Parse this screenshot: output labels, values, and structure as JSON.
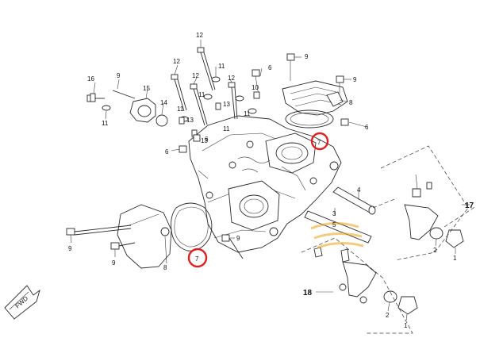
{
  "diagram": {
    "callouts": [
      {
        "id": "c12a",
        "label": "12"
      },
      {
        "id": "c12b",
        "label": "12"
      },
      {
        "id": "c12c",
        "label": "12"
      },
      {
        "id": "c12d",
        "label": "12"
      },
      {
        "id": "c11a",
        "label": "11"
      },
      {
        "id": "c11b",
        "label": "11"
      },
      {
        "id": "c11c",
        "label": "11"
      },
      {
        "id": "c11d",
        "label": "11"
      },
      {
        "id": "c11e",
        "label": "11"
      },
      {
        "id": "c11f",
        "label": "11"
      },
      {
        "id": "c13a",
        "label": "13"
      },
      {
        "id": "c13b",
        "label": "13"
      },
      {
        "id": "c13c",
        "label": "13"
      },
      {
        "id": "c10",
        "label": "10"
      },
      {
        "id": "c9a",
        "label": "9"
      },
      {
        "id": "c9b",
        "label": "9"
      },
      {
        "id": "c9c",
        "label": "9"
      },
      {
        "id": "c9d",
        "label": "9"
      },
      {
        "id": "c9e",
        "label": "9"
      },
      {
        "id": "c9f",
        "label": "9"
      },
      {
        "id": "c6a",
        "label": "6"
      },
      {
        "id": "c6b",
        "label": "6"
      },
      {
        "id": "c6c",
        "label": "6"
      },
      {
        "id": "c6d",
        "label": "6"
      },
      {
        "id": "c8a",
        "label": "8"
      },
      {
        "id": "c8b",
        "label": "8"
      },
      {
        "id": "c16",
        "label": "16"
      },
      {
        "id": "c15",
        "label": "15"
      },
      {
        "id": "c14",
        "label": "14"
      },
      {
        "id": "c5",
        "label": "5"
      },
      {
        "id": "c4",
        "label": "4"
      },
      {
        "id": "c3",
        "label": "3"
      },
      {
        "id": "c2a",
        "label": "2"
      },
      {
        "id": "c2b",
        "label": "2"
      },
      {
        "id": "c1a",
        "label": "1"
      },
      {
        "id": "c1b",
        "label": "1"
      }
    ],
    "group_callouts": [
      {
        "id": "g17",
        "label": "17"
      },
      {
        "id": "g18",
        "label": "18"
      }
    ],
    "highlights": [
      {
        "id": "h7a",
        "label": "7"
      },
      {
        "id": "h7b",
        "label": "7"
      }
    ],
    "front_arrow_label": "FWD",
    "highlight_color": "#e02020",
    "watermark_color": "#e8a317"
  }
}
